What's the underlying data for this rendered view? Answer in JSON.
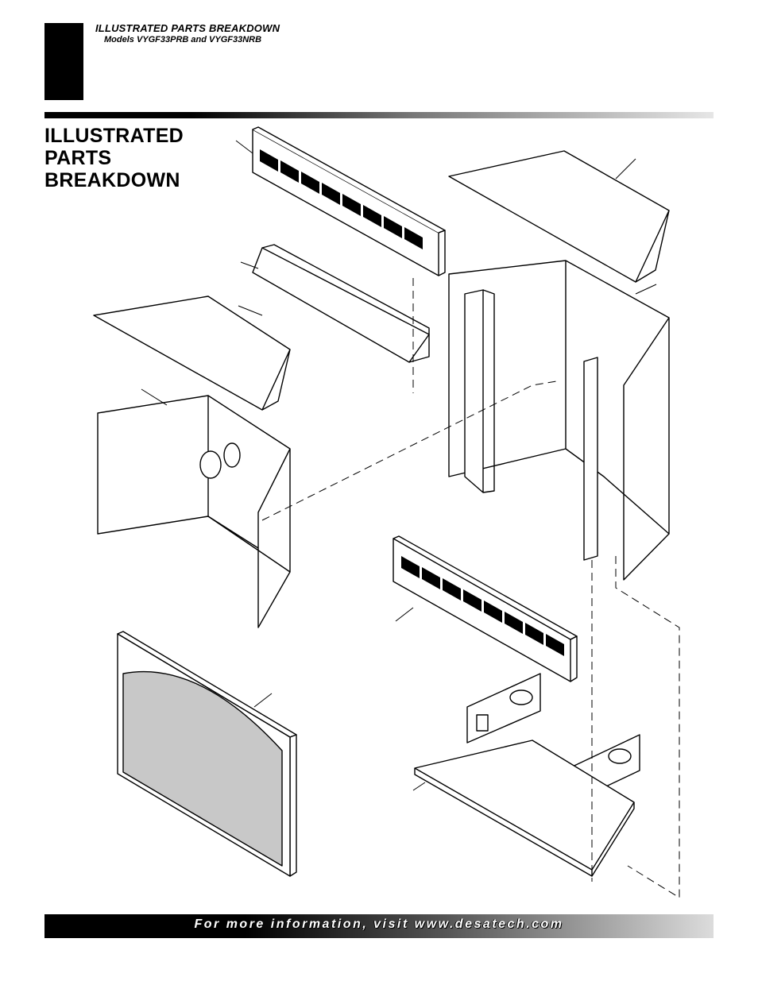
{
  "header": {
    "title": "ILLUSTRATED PARTS BREAKDOWN",
    "models": "Models VYGF33PRB and VYGF33NRB"
  },
  "section": {
    "title_lines": [
      "ILLUSTRATED",
      "PARTS",
      "BREAKDOWN"
    ]
  },
  "colors": {
    "ink": "#000000",
    "glass": "#c8c8c8",
    "paper": "#ffffff"
  },
  "footer": {
    "text": "For more information, visit www.desatech.com"
  }
}
